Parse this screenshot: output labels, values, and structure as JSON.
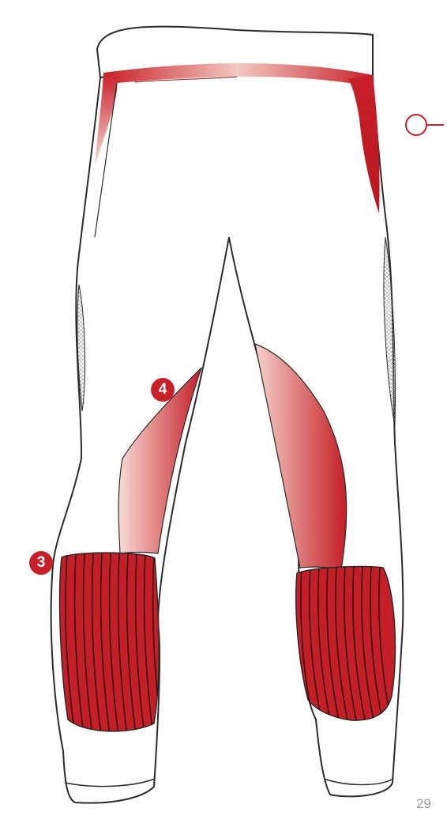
{
  "markers": [
    {
      "id": "4",
      "label": "4"
    },
    {
      "id": "3",
      "label": "3"
    }
  ],
  "page_number": "29",
  "colors": {
    "accent": "#c8202a",
    "accent_light": "#f6cfc9",
    "mesh": "#9a9a9a",
    "outline": "#2b2b2b",
    "page_number": "#9a9a9a"
  }
}
